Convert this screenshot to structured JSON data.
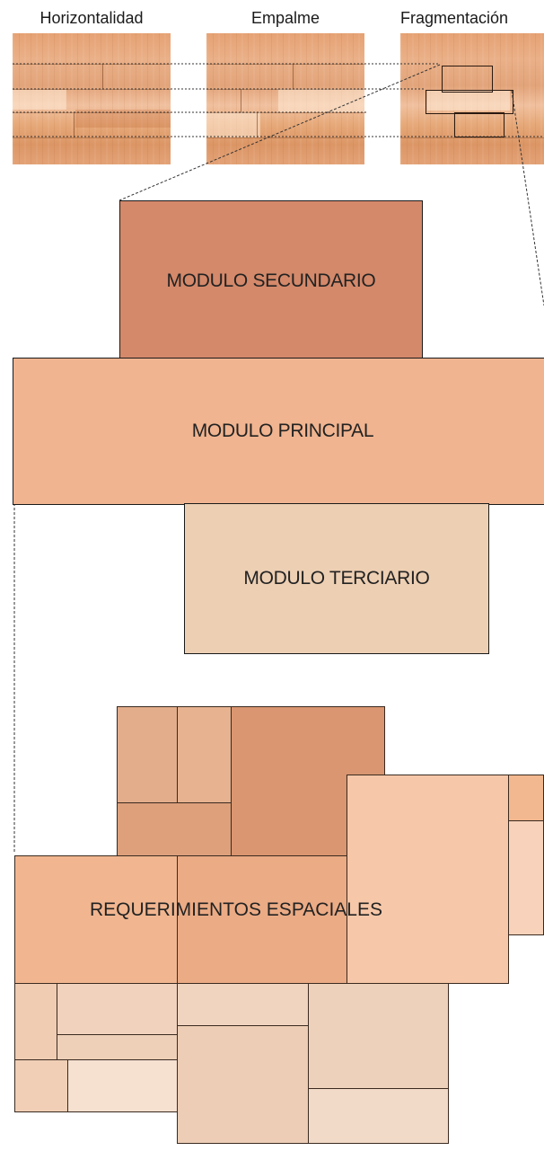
{
  "captions": {
    "horizontalidad": "Horizontalidad",
    "empalme": "Empalme",
    "fragmentacion": "Fragmentación"
  },
  "modules": {
    "secundario": "MODULO SECUNDARIO",
    "principal": "MODULO PRINCIPAL",
    "terciario": "MODULO TERCIARIO"
  },
  "requerimientos": "REQUERIMIENTOS ESPACIALES",
  "colors": {
    "secundario": "#d4896a",
    "principal": "#f0b490",
    "terciario": "#edcfb3",
    "wood_base": "#e6a274"
  }
}
